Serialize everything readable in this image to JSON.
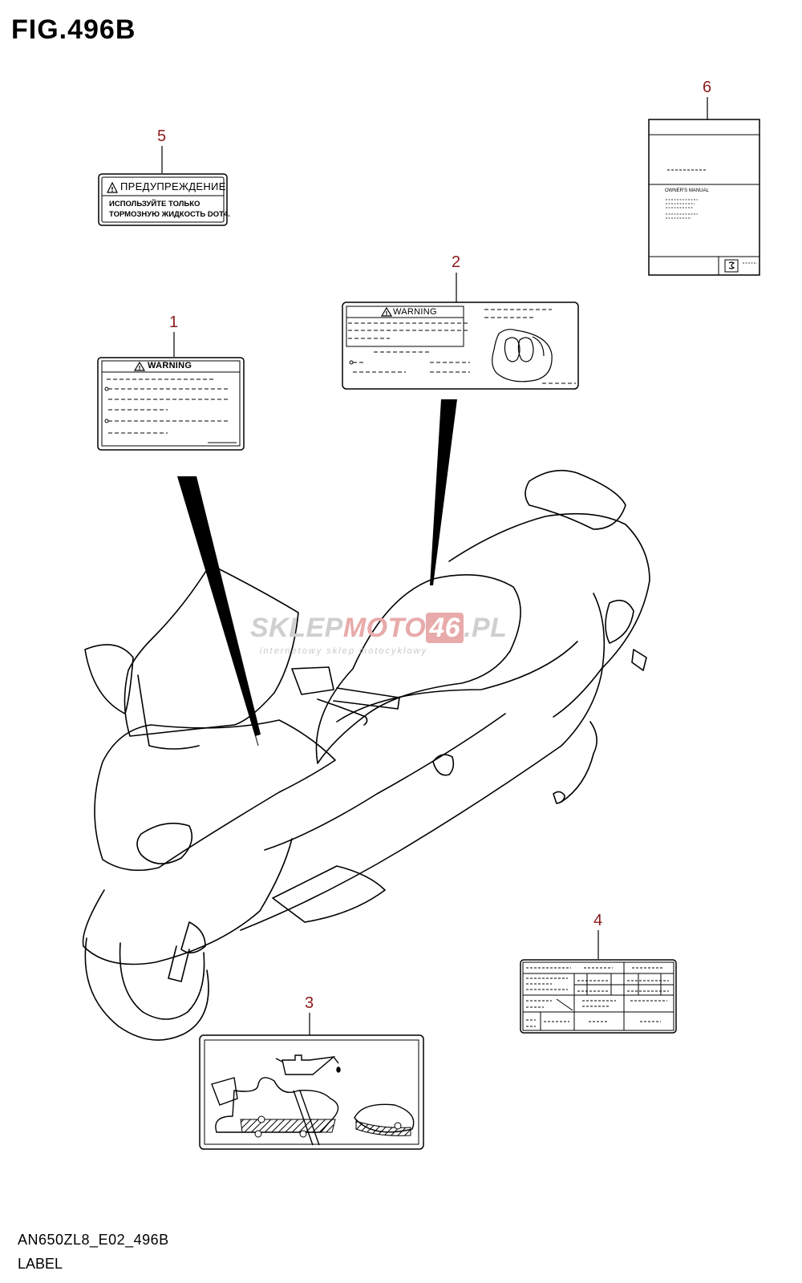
{
  "figure": {
    "title": "FIG.496B",
    "code": "AN650ZL8_E02_496B",
    "caption": "LABEL"
  },
  "callouts": [
    "1",
    "2",
    "3",
    "4",
    "5",
    "6"
  ],
  "labels": {
    "warning_small": "WARNING",
    "warning_large": "WARNING",
    "russian_title": "ПРЕДУПРЕЖДЕНИЕ",
    "russian_line1": "ИСПОЛЬЗУЙТЕ ТОЛЬКО",
    "russian_line2": "ТОРМОЗНУЮ ЖИДКОСТЬ DOT4.",
    "manual_title": "OWNER'S MANUAL"
  },
  "watermark": {
    "brand_a": "SKLEP",
    "brand_b": "MOTO",
    "brand_c": "46",
    "brand_d": ".PL",
    "tagline": "internetowy sklep motocyklowy"
  },
  "colors": {
    "callout": "#8b1a1a",
    "watermark_gray": "#c9c9c9",
    "watermark_red": "#e7a3a3"
  }
}
